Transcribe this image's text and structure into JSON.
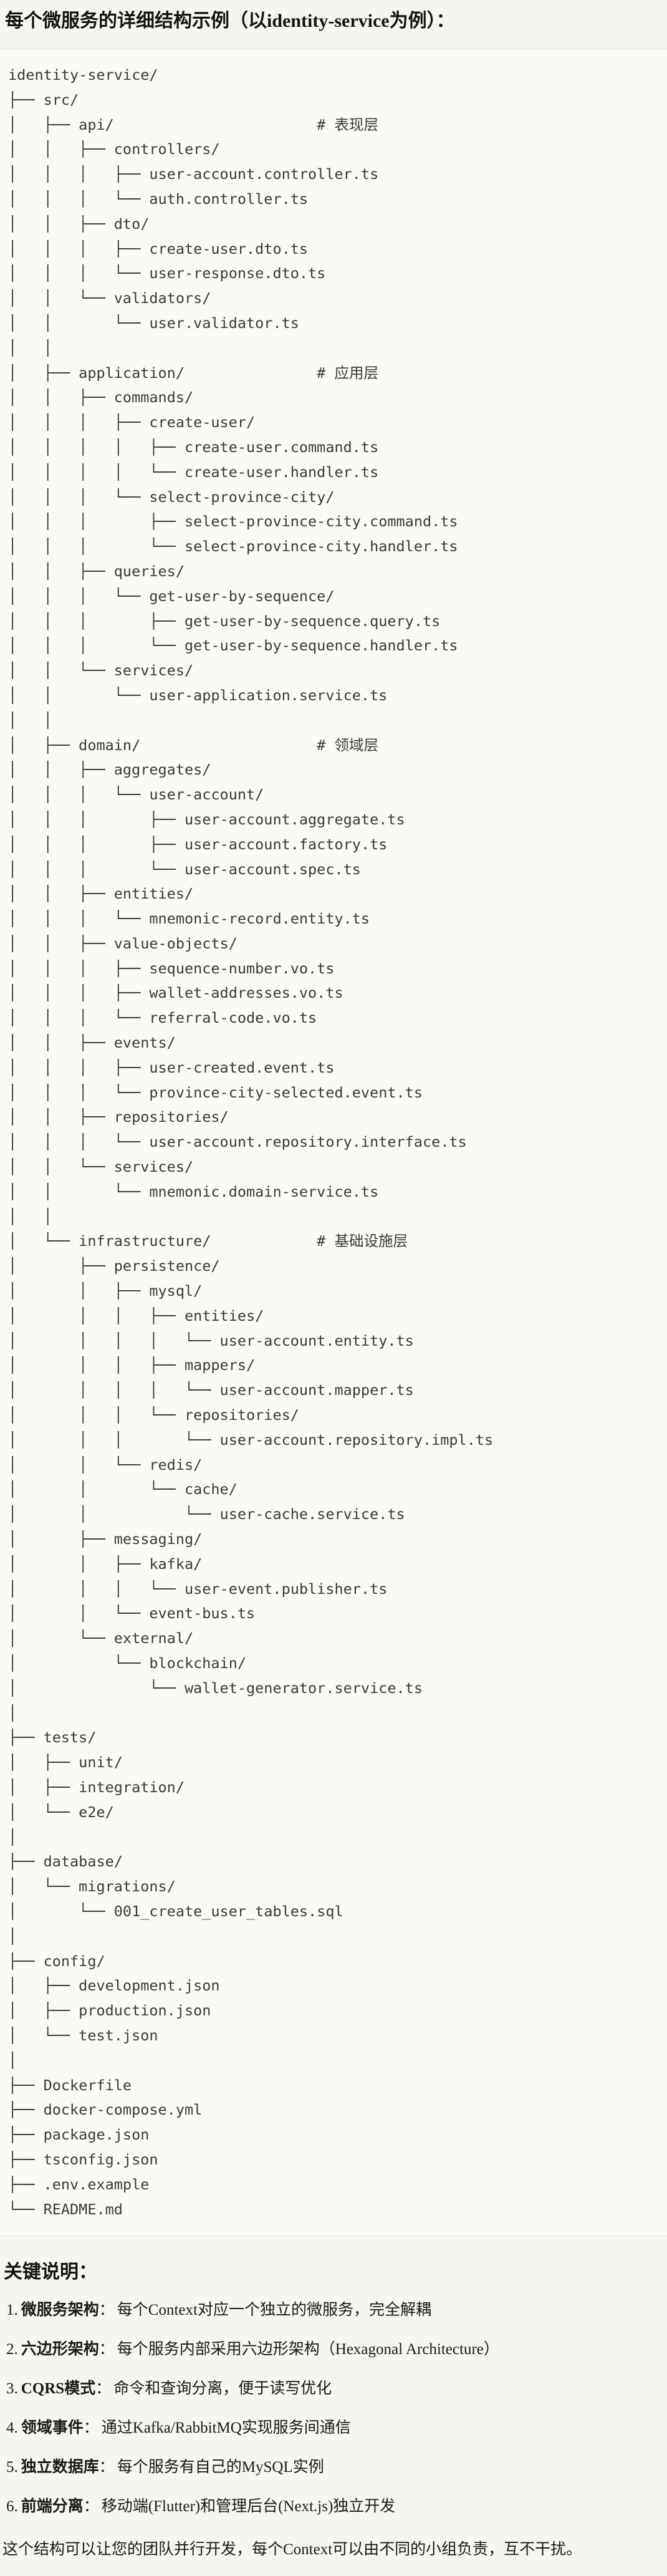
{
  "page": {
    "title": "每个微服务的详细结构示例（以identity-service为例）："
  },
  "code_block": {
    "language": "plaintext",
    "lines": [
      "identity-service/",
      "├── src/",
      "│   ├── api/                       # 表现层",
      "│   │   ├── controllers/",
      "│   │   │   ├── user-account.controller.ts",
      "│   │   │   └── auth.controller.ts",
      "│   │   ├── dto/",
      "│   │   │   ├── create-user.dto.ts",
      "│   │   │   └── user-response.dto.ts",
      "│   │   └── validators/",
      "│   │       └── user.validator.ts",
      "│   │",
      "│   ├── application/               # 应用层",
      "│   │   ├── commands/",
      "│   │   │   ├── create-user/",
      "│   │   │   │   ├── create-user.command.ts",
      "│   │   │   │   └── create-user.handler.ts",
      "│   │   │   └── select-province-city/",
      "│   │   │       ├── select-province-city.command.ts",
      "│   │   │       └── select-province-city.handler.ts",
      "│   │   ├── queries/",
      "│   │   │   └── get-user-by-sequence/",
      "│   │   │       ├── get-user-by-sequence.query.ts",
      "│   │   │       └── get-user-by-sequence.handler.ts",
      "│   │   └── services/",
      "│   │       └── user-application.service.ts",
      "│   │",
      "│   ├── domain/                    # 领域层",
      "│   │   ├── aggregates/",
      "│   │   │   └── user-account/",
      "│   │   │       ├── user-account.aggregate.ts",
      "│   │   │       ├── user-account.factory.ts",
      "│   │   │       └── user-account.spec.ts",
      "│   │   ├── entities/",
      "│   │   │   └── mnemonic-record.entity.ts",
      "│   │   ├── value-objects/",
      "│   │   │   ├── sequence-number.vo.ts",
      "│   │   │   ├── wallet-addresses.vo.ts",
      "│   │   │   └── referral-code.vo.ts",
      "│   │   ├── events/",
      "│   │   │   ├── user-created.event.ts",
      "│   │   │   └── province-city-selected.event.ts",
      "│   │   ├── repositories/",
      "│   │   │   └── user-account.repository.interface.ts",
      "│   │   └── services/",
      "│   │       └── mnemonic.domain-service.ts",
      "│   │",
      "│   └── infrastructure/            # 基础设施层",
      "│       ├── persistence/",
      "│       │   ├── mysql/",
      "│       │   │   ├── entities/",
      "│       │   │   │   └── user-account.entity.ts",
      "│       │   │   ├── mappers/",
      "│       │   │   │   └── user-account.mapper.ts",
      "│       │   │   └── repositories/",
      "│       │   │       └── user-account.repository.impl.ts",
      "│       │   └── redis/",
      "│       │       └── cache/",
      "│       │           └── user-cache.service.ts",
      "│       ├── messaging/",
      "│       │   ├── kafka/",
      "│       │   │   └── user-event.publisher.ts",
      "│       │   └── event-bus.ts",
      "│       └── external/",
      "│           └── blockchain/",
      "│               └── wallet-generator.service.ts",
      "│",
      "├── tests/",
      "│   ├── unit/",
      "│   ├── integration/",
      "│   └── e2e/",
      "│",
      "├── database/",
      "│   └── migrations/",
      "│       └── 001_create_user_tables.sql",
      "│",
      "├── config/",
      "│   ├── development.json",
      "│   ├── production.json",
      "│   └── test.json",
      "│",
      "├── Dockerfile",
      "├── docker-compose.yml",
      "├── package.json",
      "├── tsconfig.json",
      "├── .env.example",
      "└── README.md"
    ]
  },
  "notes": {
    "heading": "关键说明：",
    "items": [
      {
        "num": "1.",
        "label": "微服务架构",
        "sep": "：",
        "desc": "每个Context对应一个独立的微服务，完全解耦"
      },
      {
        "num": "2.",
        "label": "六边形架构",
        "sep": "：",
        "desc": "每个服务内部采用六边形架构（Hexagonal Architecture）"
      },
      {
        "num": "3.",
        "label": "CQRS模式",
        "sep": "：",
        "desc": "命令和查询分离，便于读写优化"
      },
      {
        "num": "4.",
        "label": "领域事件",
        "sep": "：",
        "desc": "通过Kafka/RabbitMQ实现服务间通信"
      },
      {
        "num": "5.",
        "label": "独立数据库",
        "sep": "：",
        "desc": "每个服务有自己的MySQL实例"
      },
      {
        "num": "6.",
        "label": "前端分离",
        "sep": "：",
        "desc": "移动端(Flutter)和管理后台(Next.js)独立开发"
      }
    ],
    "closing": "这个结构可以让您的团队并行开发，每个Context可以由不同的小组负责，互不干扰。"
  }
}
